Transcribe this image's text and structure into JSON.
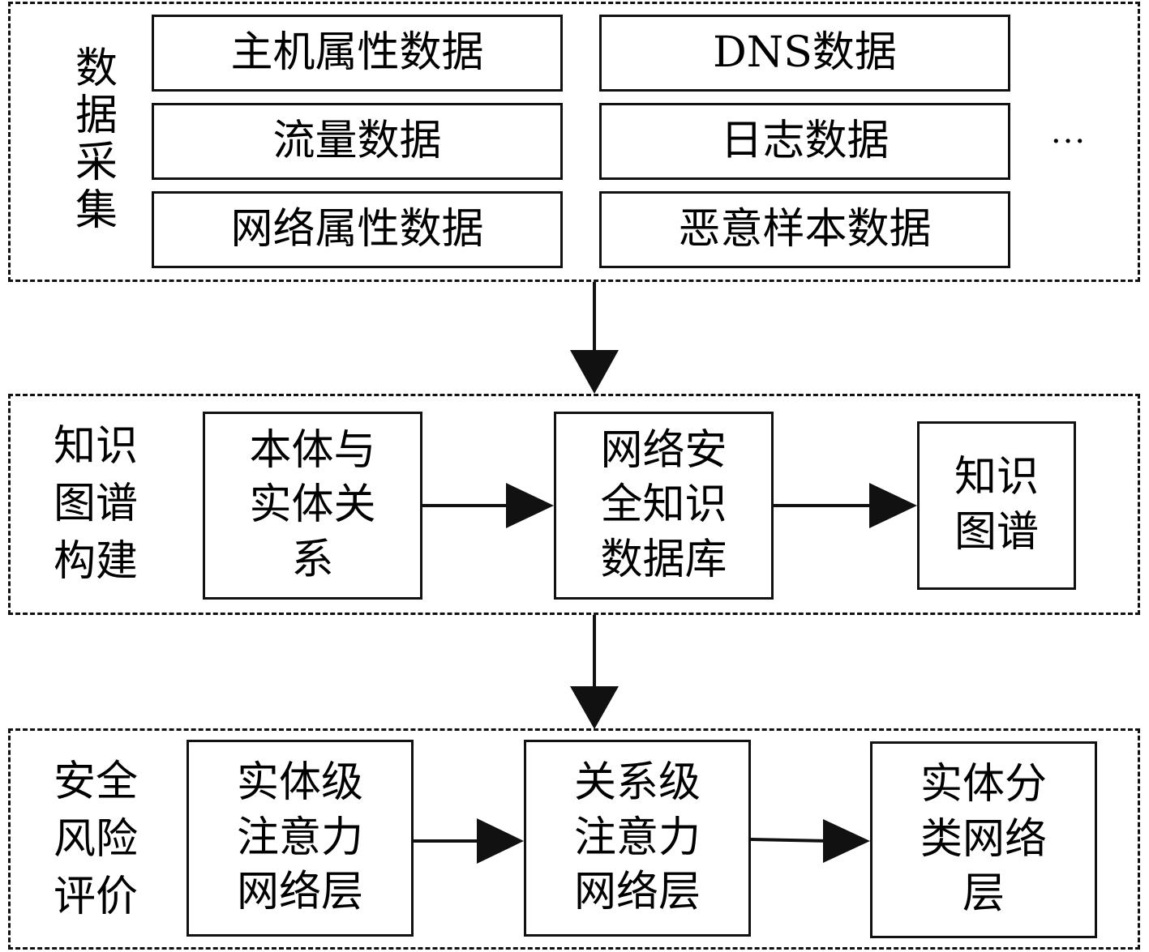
{
  "collection": {
    "label": [
      "数",
      "据",
      "采",
      "集"
    ],
    "items": [
      "主机属性数据",
      "DNS数据",
      "流量数据",
      "日志数据",
      "网络属性数据",
      "恶意样本数据"
    ],
    "ellipsis": "···"
  },
  "kg": {
    "label": [
      "知识",
      "图谱",
      "构建"
    ],
    "box1": [
      "本体与",
      "实体关",
      "系"
    ],
    "box2": [
      "网络安",
      "全知识",
      "数据库"
    ],
    "box3": [
      "知识",
      "图谱"
    ]
  },
  "risk": {
    "label": [
      "安全",
      "风险",
      "评价"
    ],
    "box1": [
      "实体级",
      "注意力",
      "网络层"
    ],
    "box2": [
      "关系级",
      "注意力",
      "网络层"
    ],
    "box3": [
      "实体分",
      "类网络",
      "层"
    ]
  }
}
